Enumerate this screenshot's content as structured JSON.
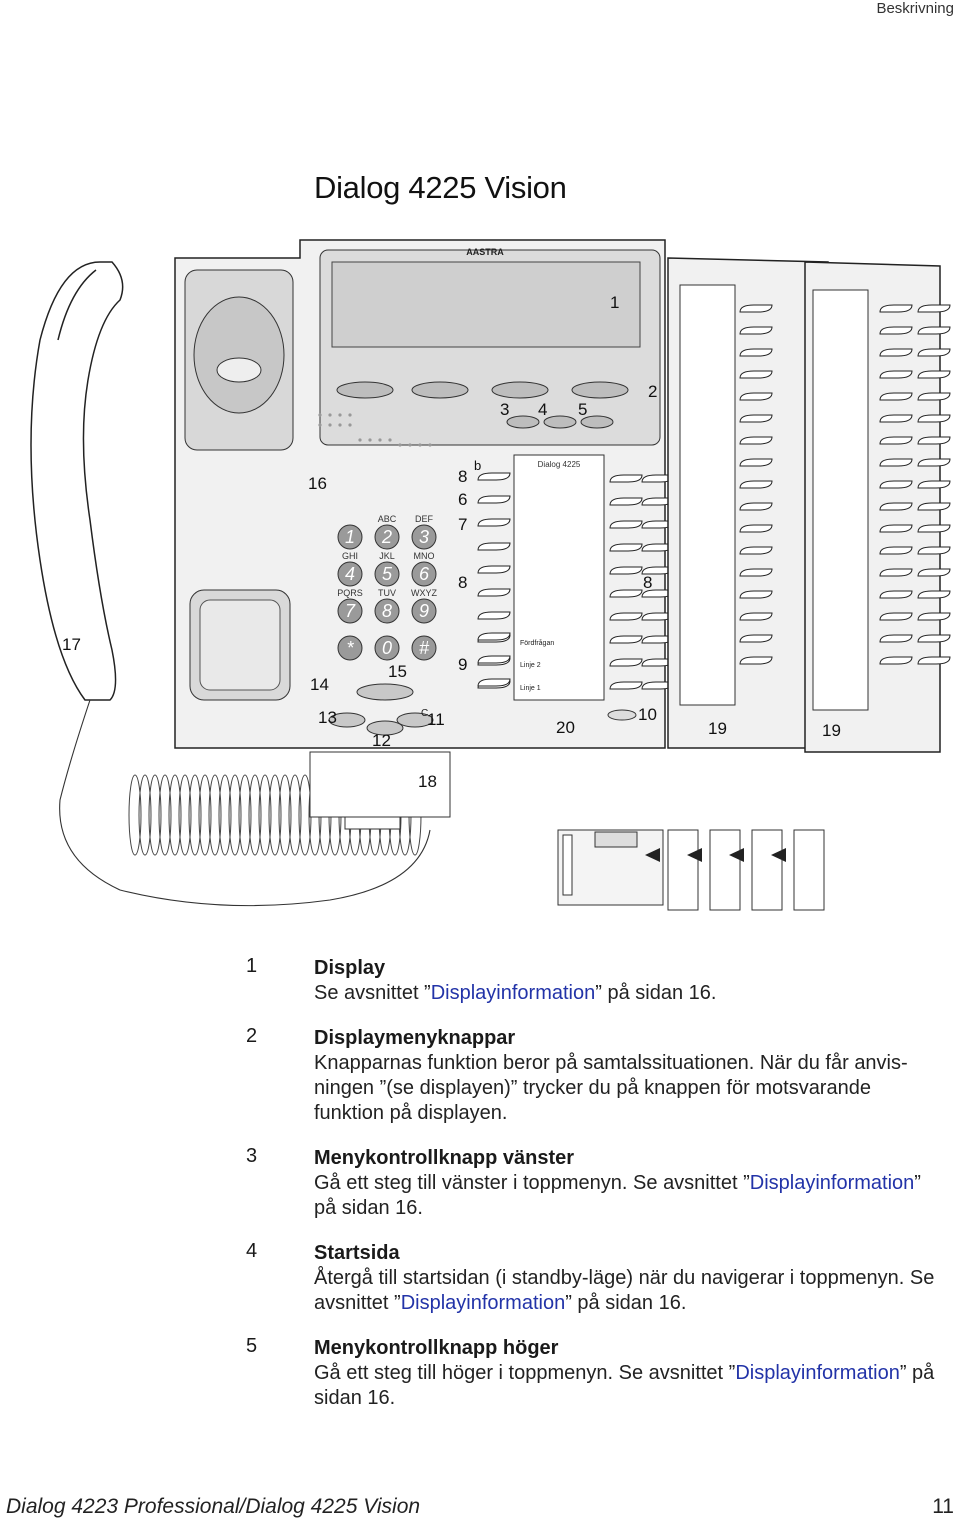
{
  "header": {
    "section": "Beskrivning"
  },
  "title": "Dialog 4225 Vision",
  "figure": {
    "brand": "AASTRA",
    "model_label": "Dialog 4225",
    "callouts": {
      "c1": "1",
      "c2": "2",
      "c3": "3",
      "c4": "4",
      "c5": "5",
      "c6": "6",
      "c7": "7",
      "c8a": "8",
      "c8b": "8",
      "c8c": "8",
      "c9": "9",
      "c10": "10",
      "c11": "11",
      "c12": "12",
      "c13": "13",
      "c14": "14",
      "c15": "15",
      "c16": "16",
      "c17": "17",
      "c18": "18",
      "c19a": "19",
      "c19b": "19",
      "c20": "20",
      "cb": "b"
    },
    "keypad": [
      {
        "digit": "1",
        "letters": ""
      },
      {
        "digit": "2",
        "letters": "ABC"
      },
      {
        "digit": "3",
        "letters": "DEF"
      },
      {
        "digit": "4",
        "letters": "GHI"
      },
      {
        "digit": "5",
        "letters": "JKL"
      },
      {
        "digit": "6",
        "letters": "MNO"
      },
      {
        "digit": "7",
        "letters": "PQRS"
      },
      {
        "digit": "8",
        "letters": "TUV"
      },
      {
        "digit": "9",
        "letters": "WXYZ"
      },
      {
        "digit": "*",
        "letters": ""
      },
      {
        "digit": "0",
        "letters": ""
      },
      {
        "digit": "#",
        "letters": ""
      }
    ],
    "card_labels": {
      "l1": "Fördfrågan",
      "l2": "Linje 2",
      "l3": "Linje 1"
    },
    "clear_key": "C"
  },
  "items": [
    {
      "num": "1",
      "title": "Display",
      "text": [
        {
          "t": "Se avsnittet ”"
        },
        {
          "t": "Displayinformation",
          "link": true
        },
        {
          "t": "” på sidan 16."
        }
      ]
    },
    {
      "num": "2",
      "title": "Displaymenyknappar",
      "text": [
        {
          "t": "Knapparnas funktion beror på samtalssituationen. När du får anvis­ningen ”(se displayen)” trycker du på knappen för motsvarande funktion på displayen."
        }
      ]
    },
    {
      "num": "3",
      "title": "Menykontrollknapp vänster",
      "text": [
        {
          "t": "Gå ett steg till vänster i toppmenyn. Se avsnittet ”"
        },
        {
          "t": "Displayinformation",
          "link": true
        },
        {
          "t": "” på sidan 16."
        }
      ]
    },
    {
      "num": "4",
      "title": "Startsida",
      "text": [
        {
          "t": "Återgå till startsidan (i standby-läge) när du navigerar i toppmenyn. Se avsnittet ”"
        },
        {
          "t": "Displayinformation",
          "link": true
        },
        {
          "t": "” på sidan 16."
        }
      ]
    },
    {
      "num": "5",
      "title": "Menykontrollknapp höger",
      "text": [
        {
          "t": "Gå ett steg till höger i toppmenyn. Se avsnittet ”"
        },
        {
          "t": "Displayinformation",
          "link": true
        },
        {
          "t": "” på sidan 16."
        }
      ]
    }
  ],
  "footer": {
    "doc_title": "Dialog 4223 Professional/Dialog 4225 Vision",
    "page": "11"
  }
}
